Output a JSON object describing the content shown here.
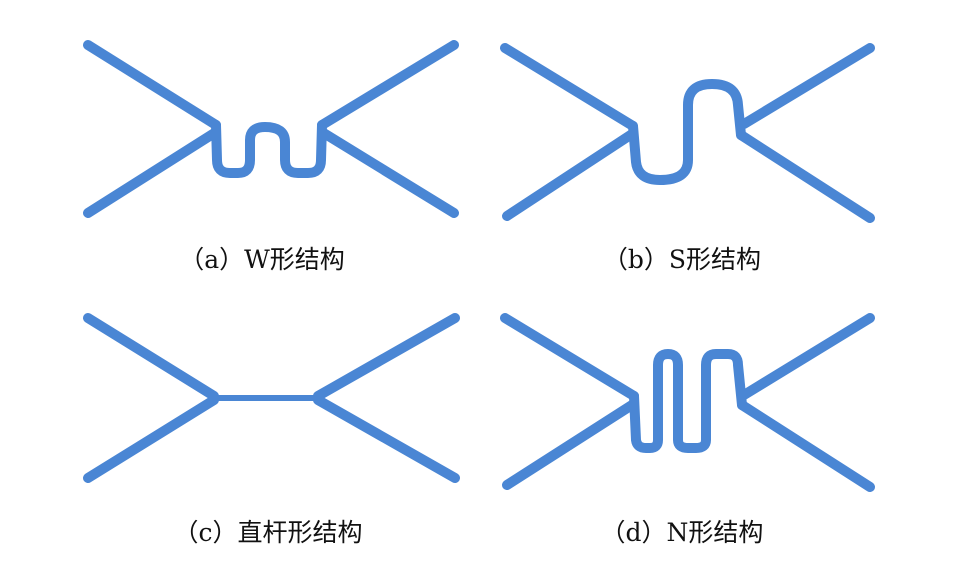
{
  "colors": {
    "stroke": "#4a86d4",
    "text": "#111111"
  },
  "panels": [
    {
      "id": "a",
      "shape": "W",
      "caption": "（a）W形结构"
    },
    {
      "id": "b",
      "shape": "S",
      "caption": "（b）S形结构"
    },
    {
      "id": "c",
      "shape": "straight-bar",
      "caption": "（c）直杆形结构"
    },
    {
      "id": "d",
      "shape": "N",
      "caption": "（d）N形结构"
    }
  ]
}
